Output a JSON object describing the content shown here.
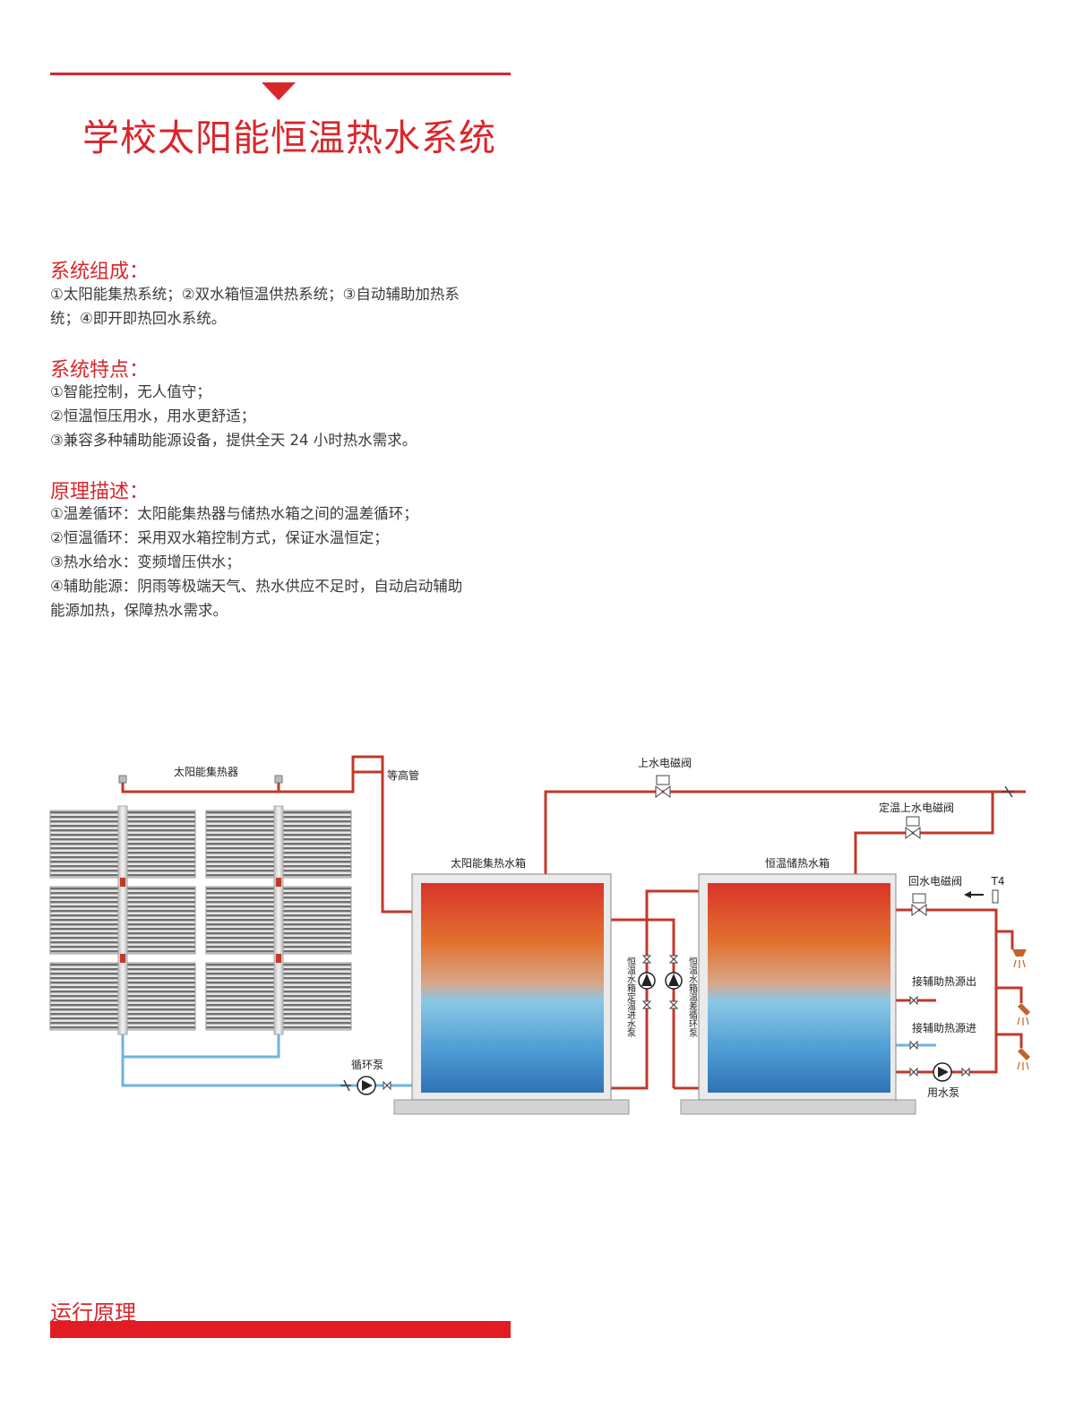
{
  "header": {
    "title": "学校太阳能恒温热水系统"
  },
  "sections": [
    {
      "heading": "系统组成：",
      "lines": [
        "①太阳能集热系统；②双水箱恒温供热系统；③自动辅助加热系",
        "统；④即开即热回水系统。"
      ]
    },
    {
      "heading": "系统特点：",
      "lines": [
        "①智能控制，无人值守；",
        "②恒温恒压用水，用水更舒适；",
        "③兼容多种辅助能源设备，提供全天 24 小时热水需求。"
      ]
    },
    {
      "heading": "原理描述：",
      "lines": [
        "①温差循环：太阳能集热器与储热水箱之间的温差循环；",
        "②恒温循环：采用双水箱控制方式，保证水温恒定；",
        "③热水给水：变频增压供水；",
        "④辅助能源：阴雨等极端天气、热水供应不足时，自动启动辅助",
        "能源加热，保障热水需求。"
      ]
    }
  ],
  "diagram": {
    "labels": {
      "collector": "太阳能集热器",
      "equal_pipe": "等高管",
      "inlet_valve": "上水电磁阀",
      "const_temp_inlet_valve": "定温上水电磁阀",
      "solar_tank": "太阳能集热水箱",
      "const_tank": "恒温储热水箱",
      "return_valve": "回水电磁阀",
      "sensor": "T4",
      "circ_pump": "循环泵",
      "pump_left": "恒温水箱定温进水泵",
      "pump_right": "恒温水箱温差循环泵",
      "aux_out": "接辅助热源出",
      "aux_in": "接辅助热源进",
      "use_pump": "用水泵"
    },
    "colors": {
      "hot_pipe": "#c0392b",
      "cold_pipe": "#6fb3dd",
      "tank_top": "#d9352a",
      "tank_mid": "#e8a070",
      "tank_bottom": "#2f7fbf"
    }
  },
  "footer": {
    "label": "运行原理"
  }
}
